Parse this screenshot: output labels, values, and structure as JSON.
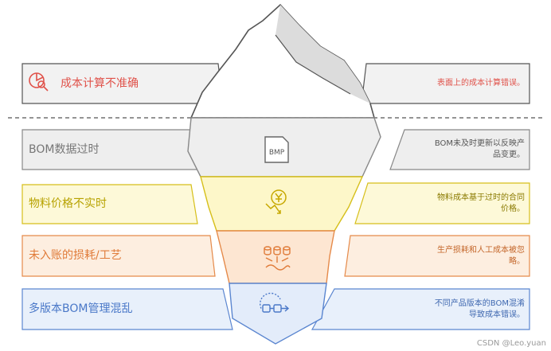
{
  "colors": {
    "red": "#e0524a",
    "gray": "#777777",
    "yellow": "#b7a200",
    "orange": "#e07b39",
    "blue": "#4a78c8"
  },
  "rows": [
    {
      "label": "成本计算不准确",
      "desc": "表面上的成本计算错误。",
      "icon": "pie-chart-search-icon",
      "color": "red"
    },
    {
      "label": "BOM数据过时",
      "desc": "BOM未及时更新以反映产品变更。",
      "icon": "bmp-file-icon",
      "color": "gray"
    },
    {
      "label": "物料价格不实时",
      "desc": "物料成本基于过时的合同价格。",
      "icon": "yen-price-drop-icon",
      "color": "yellow"
    },
    {
      "label": "未入账的损耗/工艺",
      "desc": "生产损耗和人工成本被忽略。",
      "icon": "coins-loss-icon",
      "color": "orange"
    },
    {
      "label": "多版本BOM管理混乱",
      "desc": "不同产品版本的BOM混淆导致成本错误。",
      "icon": "version-flow-icon",
      "color": "blue"
    }
  ],
  "watermark": "CSDN @Leo.yuan"
}
